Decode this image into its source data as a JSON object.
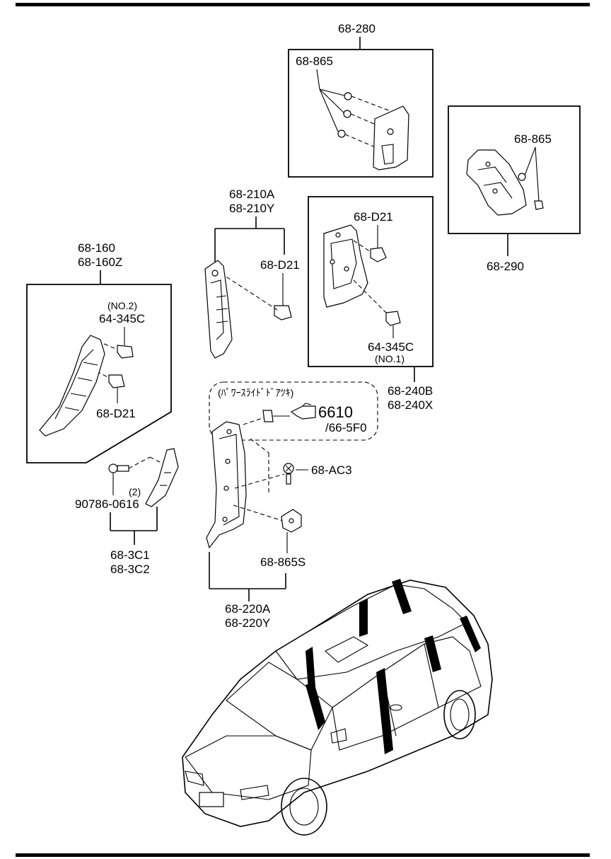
{
  "labels": {
    "p68_280": "68-280",
    "p68_865_top": "68-865",
    "p68_865_right": "68-865",
    "p68_290": "68-290",
    "p68_210A": "68-210A",
    "p68_210Y": "68-210Y",
    "p68_D21_mid": "68-D21",
    "p68_D21_box": "68-D21",
    "p64_345C_box": "64-345C",
    "no1": "(NO.1)",
    "p68_240B": "68-240B",
    "p68_240X": "68-240X",
    "p68_160": "68-160",
    "p68_160Z": "68-160Z",
    "no2": "(NO.2)",
    "p64_345C_left": "64-345C",
    "p68_D21_left": "68-D21",
    "power_slide": "(ﾊﾟﾜｰｽﾗｲﾄﾞﾄﾞｱﾂｷ)",
    "ref_6610": "6610",
    "ref_665F0": "/66-5F0",
    "p68_AC3": "68-AC3",
    "p90786": "90786-0616",
    "qty2": "(2)",
    "p68_3C1": "68-3C1",
    "p68_3C2": "68-3C2",
    "p68_865S": "68-865S",
    "p68_220A": "68-220A",
    "p68_220Y": "68-220Y"
  },
  "icons": {
    "reference_hand": "pointing-hand-icon"
  }
}
